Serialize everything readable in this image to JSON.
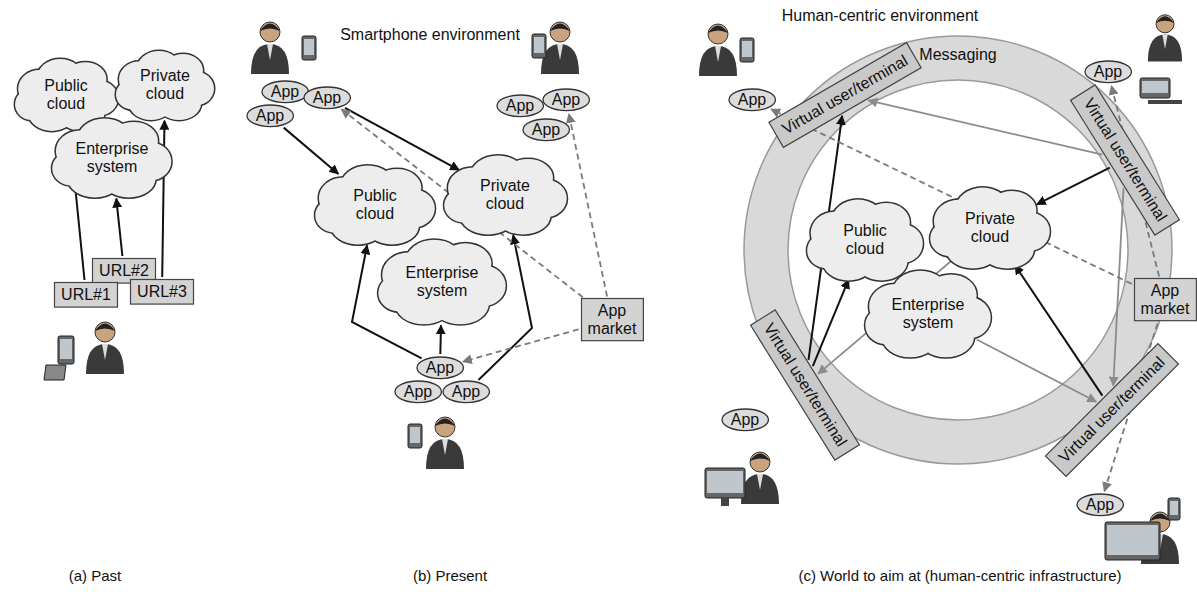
{
  "diagram": {
    "nodes": [
      {
        "text": [
          "Public cloud"
        ]
      },
      {
        "text": [
          "Private cloud"
        ]
      },
      {
        "text": [
          "Enterprise system"
        ]
      },
      {
        "text": [
          "URL#2"
        ]
      },
      {
        "text": [
          "URL#1"
        ]
      },
      {
        "text": [
          "URL#3"
        ]
      },
      {
        "text": [
          "App"
        ]
      },
      {
        "text": [
          "App"
        ]
      },
      {
        "text": [
          "App"
        ]
      },
      {
        "text": [
          "App"
        ]
      },
      {
        "text": [
          "App"
        ]
      },
      {
        "text": [
          "App"
        ]
      },
      {
        "text": [
          "Public cloud"
        ]
      },
      {
        "text": [
          "Private cloud"
        ]
      },
      {
        "text": [
          "Enterprise system"
        ]
      },
      {
        "text": [
          "App market"
        ]
      },
      {
        "text": [
          "App"
        ]
      },
      {
        "text": [
          "App"
        ]
      },
      {
        "text": [
          "App"
        ]
      },
      {
        "text": [
          "Messaging"
        ]
      },
      {
        "text": [
          "Public cloud"
        ],
        "in": 19
      },
      {
        "text": [
          "Private cloud"
        ],
        "in": 19
      },
      {
        "text": [
          "Enterprise system"
        ],
        "in": 19
      },
      {
        "text": [
          "Virtual user/terminal"
        ]
      },
      {
        "text": [
          "Virtual user/terminal"
        ]
      },
      {
        "text": [
          "Virtual user/terminal"
        ]
      },
      {
        "text": [
          "Virtual user/terminal"
        ]
      },
      {
        "text": [
          "App market"
        ]
      },
      {
        "text": [
          "App"
        ]
      },
      {
        "text": [
          "App"
        ]
      },
      {
        "text": [
          "App"
        ]
      },
      {
        "text": [
          "App"
        ]
      }
    ],
    "edges": [
      {
        "from": 4,
        "to": 0,
        "arrow": "to"
      },
      {
        "from": 3,
        "to": 2,
        "arrow": "to"
      },
      {
        "from": 5,
        "to": 1,
        "arrow": "to"
      },
      {
        "from": 8,
        "to": 12,
        "arrow": "to"
      },
      {
        "from": 7,
        "to": 13,
        "arrow": "to"
      },
      {
        "from": 16,
        "to": 12,
        "arrow": "to"
      },
      {
        "from": 16,
        "to": 14,
        "arrow": "to"
      },
      {
        "from": 18,
        "to": 13,
        "arrow": "to"
      },
      {
        "from": 15,
        "to": 7,
        "arrow": "to"
      },
      {
        "from": 15,
        "to": 10,
        "arrow": "to"
      },
      {
        "from": 15,
        "to": 16,
        "arrow": "to"
      },
      {
        "from": 25,
        "to": 23,
        "arrow": "to"
      },
      {
        "from": 25,
        "to": 20,
        "arrow": "to"
      },
      {
        "from": 24,
        "to": 21,
        "arrow": "to"
      },
      {
        "from": 26,
        "to": 21,
        "arrow": "to"
      },
      {
        "from": 24,
        "to": 23,
        "arrow": "to"
      },
      {
        "from": 22,
        "to": 26,
        "arrow": "to"
      },
      {
        "from": 21,
        "to": 25,
        "arrow": "to"
      },
      {
        "from": 24,
        "to": 26,
        "arrow": "to"
      },
      {
        "from": 27,
        "to": 29,
        "arrow": "to"
      },
      {
        "from": 27,
        "to": 31,
        "arrow": "to"
      },
      {
        "from": 27,
        "to": 28,
        "arrow": "to"
      }
    ],
    "labels": [
      "Smartphone environment",
      "Human-centric environment",
      "(a) Past",
      "(b) Present",
      "(c) World to aim at (human-centric infrastructure)"
    ]
  }
}
